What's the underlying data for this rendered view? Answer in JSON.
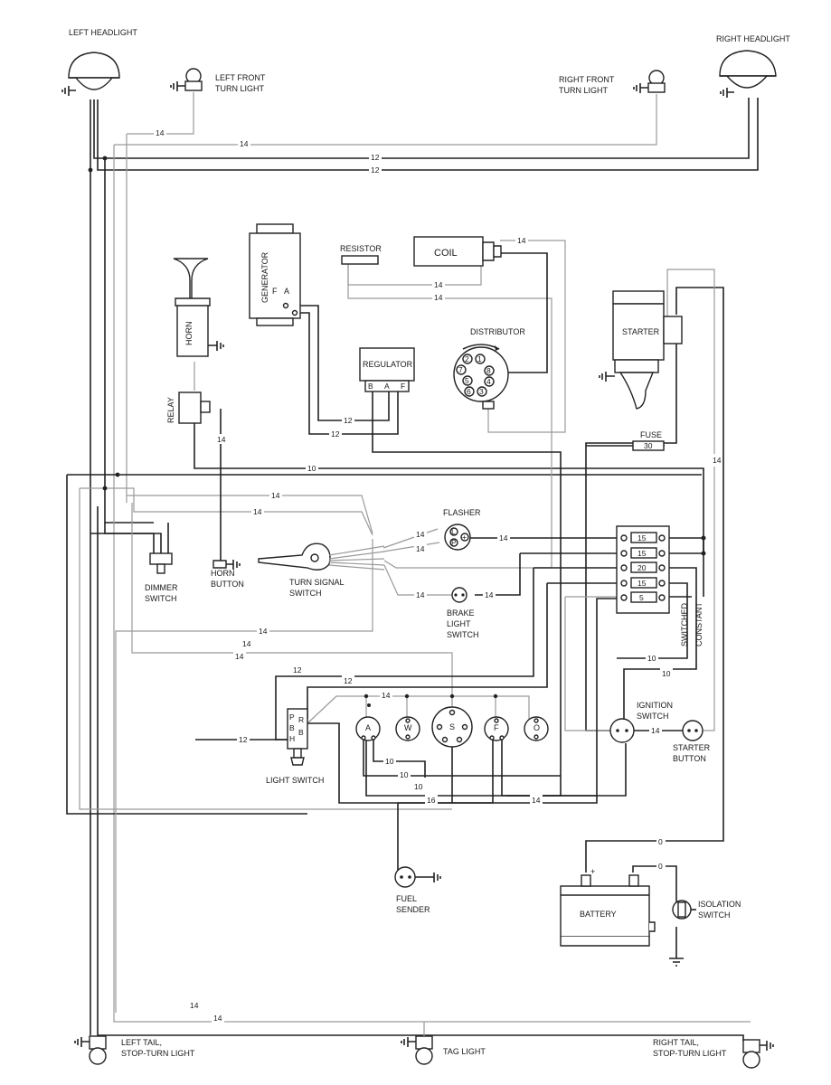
{
  "components": {
    "left_headlight": "LEFT HEADLIGHT",
    "right_headlight": "RIGHT HEADLIGHT",
    "left_front_turn_light": [
      "LEFT FRONT",
      "TURN LIGHT"
    ],
    "right_front_turn_light": [
      "RIGHT FRONT",
      "TURN LIGHT"
    ],
    "generator": "GENERATOR",
    "generator_terminals": [
      "F",
      "A"
    ],
    "resistor": "RESISTOR",
    "coil": "COIL",
    "distributor": "DISTRIBUTOR",
    "distributor_terminals": [
      "1",
      "2",
      "3",
      "4",
      "5",
      "6",
      "7",
      "8"
    ],
    "starter": "STARTER",
    "horn": "HORN",
    "relay": "RELAY",
    "regulator": "REGULATOR",
    "regulator_terminals": [
      "B",
      "A",
      "F"
    ],
    "fuse": "FUSE",
    "fuse_rating": "30",
    "flasher": "FLASHER",
    "flasher_terminals": [
      "L",
      "P"
    ],
    "dimmer_switch": [
      "DIMMER",
      "SWITCH"
    ],
    "horn_button": [
      "HORN",
      "BUTTON"
    ],
    "turn_signal_switch": [
      "TURN SIGNAL",
      "SWITCH"
    ],
    "brake_light_switch": [
      "BRAKE",
      "LIGHT",
      "SWITCH"
    ],
    "fuse_block_ratings": [
      "15",
      "15",
      "20",
      "15",
      "5"
    ],
    "switched": "SWITCHED",
    "constant": "CONSTANT",
    "ignition_switch": [
      "IGNITION",
      "SWITCH"
    ],
    "starter_button": [
      "STARTER",
      "BUTTON"
    ],
    "light_switch": "LIGHT SWITCH",
    "light_switch_terminals": [
      "P",
      "B",
      "H",
      "R",
      "B"
    ],
    "gauge_letters": [
      "A",
      "W",
      "S",
      "F",
      "O"
    ],
    "fuel_sender": [
      "FUEL",
      "SENDER"
    ],
    "battery": "BATTERY",
    "battery_plus": "+",
    "isolation_switch": [
      "ISOLATION",
      "SWITCH"
    ],
    "left_tail": [
      "LEFT TAIL,",
      "STOP-TURN LIGHT"
    ],
    "tag_light": "TAG LIGHT",
    "right_tail": [
      "RIGHT TAIL,",
      "STOP-TURN LIGHT"
    ]
  },
  "wire_gauges": {
    "lf_turn": "14",
    "rf_turn": "14",
    "hl_a": "12",
    "hl_b": "12",
    "coil_dist": "14",
    "resistor_coil": "14",
    "resistor_fb": "14",
    "gen_f": "12",
    "gen_a": "12",
    "relay_horn": "14",
    "horn_button": "14",
    "feed_10": "10",
    "fuse_feed": "14",
    "ts_a": "14",
    "ts_b": "14",
    "flasher_l": "14",
    "flasher_p": "14",
    "flasher_fb": "14",
    "brake_in": "14",
    "brake_out": "14",
    "dim_14a": "14",
    "dim_14b": "14",
    "dim_14c": "14",
    "ls_12a": "12",
    "ls_12b": "12",
    "ls_12c": "12",
    "gauge_14": "14",
    "amm_10a": "10",
    "amm_10b": "10",
    "amm_10c": "10",
    "fuel_16": "16",
    "f_14": "14",
    "ign_10a": "10",
    "ign_10b": "10",
    "ign_start": "14",
    "bat_a": "0",
    "bat_b": "0",
    "tail_a": "14",
    "tail_b": "14"
  }
}
